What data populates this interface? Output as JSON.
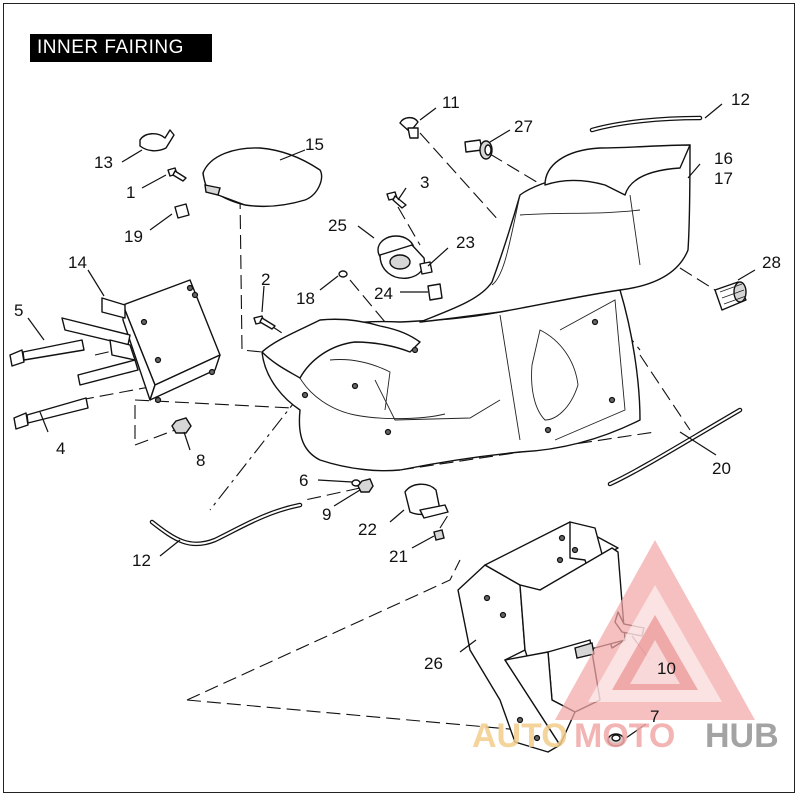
{
  "title": "INNER FAIRING",
  "watermark": {
    "part_auto": "AUTO",
    "part_moto": "MOTO",
    "part_hub": "HUB"
  },
  "callouts": {
    "c1": "1",
    "c2": "2",
    "c3": "3",
    "c4": "4",
    "c5": "5",
    "c6": "6",
    "c7": "7",
    "c8": "8",
    "c9": "9",
    "c10": "10",
    "c11": "11",
    "c12a": "12",
    "c12b": "12",
    "c13": "13",
    "c14": "14",
    "c15": "15",
    "c16": "16",
    "c17": "17",
    "c18": "18",
    "c19": "19",
    "c20": "20",
    "c21": "21",
    "c22": "22",
    "c23": "23",
    "c24": "24",
    "c25": "25",
    "c26": "26",
    "c27": "27",
    "c28": "28"
  },
  "colors": {
    "line": "#111111",
    "title_bg": "#000000",
    "title_text": "#ffffff",
    "watermark_red": "#f2a7a7",
    "watermark_gold": "#f3cd8a",
    "watermark_grey": "#9a9a9a"
  }
}
